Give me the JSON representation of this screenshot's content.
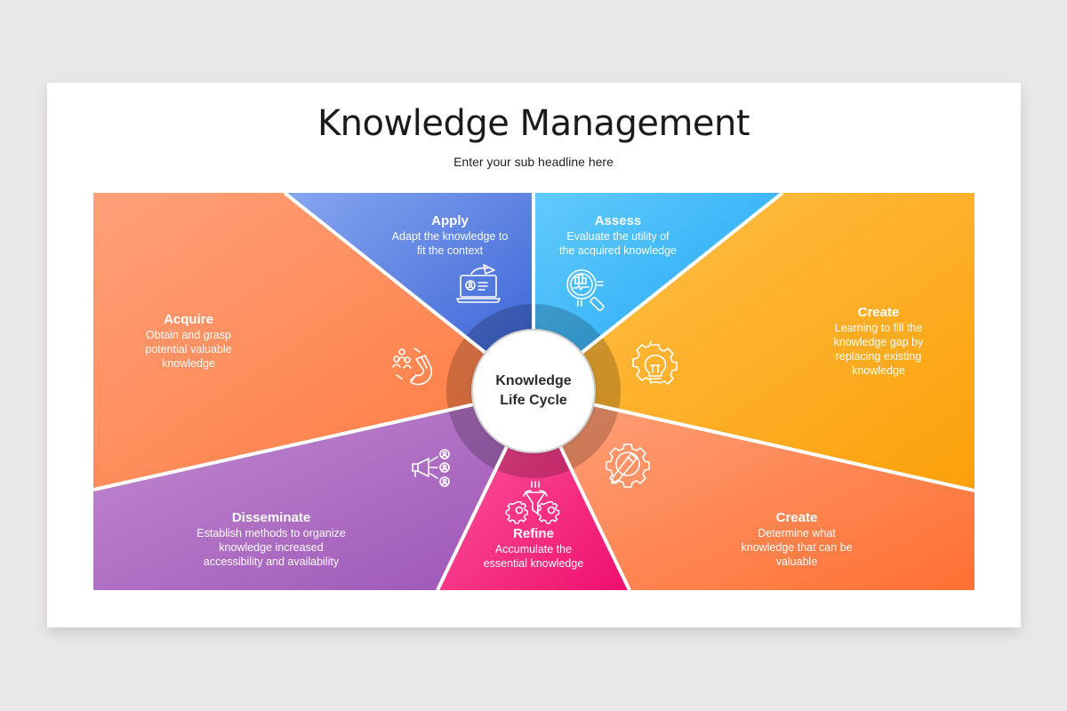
{
  "header": {
    "title": "Knowledge Management",
    "subtitle": "Enter your sub headline here"
  },
  "center": {
    "line1": "Knowledge",
    "line2": "Life Cycle"
  },
  "segments": [
    {
      "id": "acquire",
      "title": "Acquire",
      "lines": [
        "Obtain and grasp",
        "potential valuable",
        "knowledge"
      ],
      "icon": "magnet-people-icon",
      "color_start": "#ffa07a",
      "color_end": "#ff7a3d"
    },
    {
      "id": "apply",
      "title": "Apply",
      "lines": [
        "Adapt the knowledge to",
        "fit the context"
      ],
      "icon": "laptop-profile-send-icon",
      "color_start": "#7fa0ea",
      "color_end": "#3a64d8"
    },
    {
      "id": "assess",
      "title": "Assess",
      "lines": [
        "Evaluate the utility of",
        "the acquired knowledge"
      ],
      "icon": "magnifier-chart-icon",
      "color_start": "#5ec8fb",
      "color_end": "#1ea4f5"
    },
    {
      "id": "create-top",
      "title": "Create",
      "lines": [
        "Learning to fill the",
        "knowledge gap by",
        "replacing existing",
        "knowledge"
      ],
      "icon": "gear-lightbulb-icon",
      "color_start": "#ffbf45",
      "color_end": "#fca10b"
    },
    {
      "id": "create-bottom",
      "title": "Create",
      "lines": [
        "Determine what",
        "knowledge that can be",
        "valuable"
      ],
      "icon": "gear-pencil-icon",
      "color_start": "#ffa17a",
      "color_end": "#ff7234"
    },
    {
      "id": "refine",
      "title": "Refine",
      "lines": [
        "Accumulate the",
        "essential knowledge"
      ],
      "icon": "funnel-gears-icon",
      "color_start": "#ff5aa0",
      "color_end": "#f0126e"
    },
    {
      "id": "disseminate",
      "title": "Disseminate",
      "lines": [
        "Establish methods to organize",
        "knowledge increased",
        "accessibility and availability"
      ],
      "icon": "megaphone-users-icon",
      "color_start": "#c08ad0",
      "color_end": "#9f57b8"
    }
  ],
  "colors": {
    "background": "#e9e8e8",
    "card": "#ffffff",
    "divider": "#ffffff",
    "center_circle": "#ffffff",
    "center_border": "#c9c9c9",
    "ring_overlay": "rgba(0,0,0,0.2)"
  }
}
